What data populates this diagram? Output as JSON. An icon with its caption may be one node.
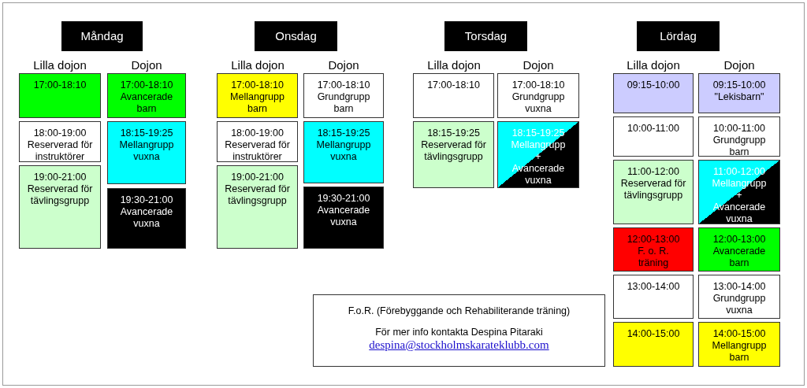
{
  "diagram": {
    "nodes": [
      {
        "text": [
          "Måndag"
        ]
      },
      {
        "text": [
          "17:00-18:10"
        ]
      },
      {
        "text": [
          "17:00-18:10 Avancerade barn"
        ]
      },
      {
        "text": [
          "18:00-19:00 Reserverad för instruktörer"
        ]
      },
      {
        "text": [
          "18:15-19:25 Mellangrupp vuxna"
        ]
      },
      {
        "text": [
          "19:00-21:00 Reserverad för tävlingsgrupp"
        ]
      },
      {
        "text": [
          "19:30-21:00 Avancerade vuxna"
        ]
      },
      {
        "text": [
          "Onsdag"
        ]
      },
      {
        "text": [
          "17:00-18:10 Mellangrupp barn"
        ]
      },
      {
        "text": [
          "17:00-18:10 Grundgrupp barn"
        ]
      },
      {
        "text": [
          "18:00-19:00 Reserverad för instruktörer"
        ]
      },
      {
        "text": [
          "18:15-19:25 Mellangrupp vuxna"
        ]
      },
      {
        "text": [
          "19:00-21:00 Reserverad för tävlingsgrupp"
        ]
      },
      {
        "text": [
          "19:30-21:00 Avancerade vuxna"
        ]
      },
      {
        "text": [
          "Torsdag"
        ]
      },
      {
        "text": [
          "17:00-18:10"
        ]
      },
      {
        "text": [
          "17:00-18:10 Grundgrupp vuxna"
        ]
      },
      {
        "text": [
          "18:15-19:25 Reserverad för tävlingsgrupp"
        ]
      },
      {
        "text": [
          "18:15-19:25 Mellangrupp + Avancerade vuxna"
        ]
      },
      {
        "text": [
          "Lördag"
        ]
      },
      {
        "text": [
          "09:15-10:00"
        ]
      },
      {
        "text": [
          "09:15-10:00 \"Lekisbarn\""
        ]
      },
      {
        "text": [
          "10:00-11:00"
        ]
      },
      {
        "text": [
          "10:00-11:00 Grundgrupp barn"
        ]
      },
      {
        "text": [
          "11:00-12:00 Reserverad för tävlingsgrupp"
        ]
      },
      {
        "text": [
          "11:00-12:00 Mellangrupp + Avancerade vuxna"
        ]
      },
      {
        "text": [
          "12:00-13:00 F. o. R. träning"
        ]
      },
      {
        "text": [
          "12:00-13:00 Avancerade barn"
        ]
      },
      {
        "text": [
          "13:00-14:00"
        ]
      },
      {
        "text": [
          "13:00-14:00 Grundgrupp vuxna"
        ]
      },
      {
        "text": [
          "14:00-15:00"
        ]
      },
      {
        "text": [
          "14:00-15:00 Mellangrupp barn"
        ]
      },
      {
        "text": [
          "F.o.R. (Förebyggande och Rehabiliterande träning)",
          "För mer info kontakta Despina Pitaraki",
          "despina@stockholmskarateklubb.com"
        ]
      }
    ],
    "labels": [
      "Lilla dojon",
      "Dojon",
      "Lilla dojon",
      "Dojon",
      "Lilla dojon",
      "Dojon",
      "Lilla dojon",
      "Dojon"
    ]
  }
}
